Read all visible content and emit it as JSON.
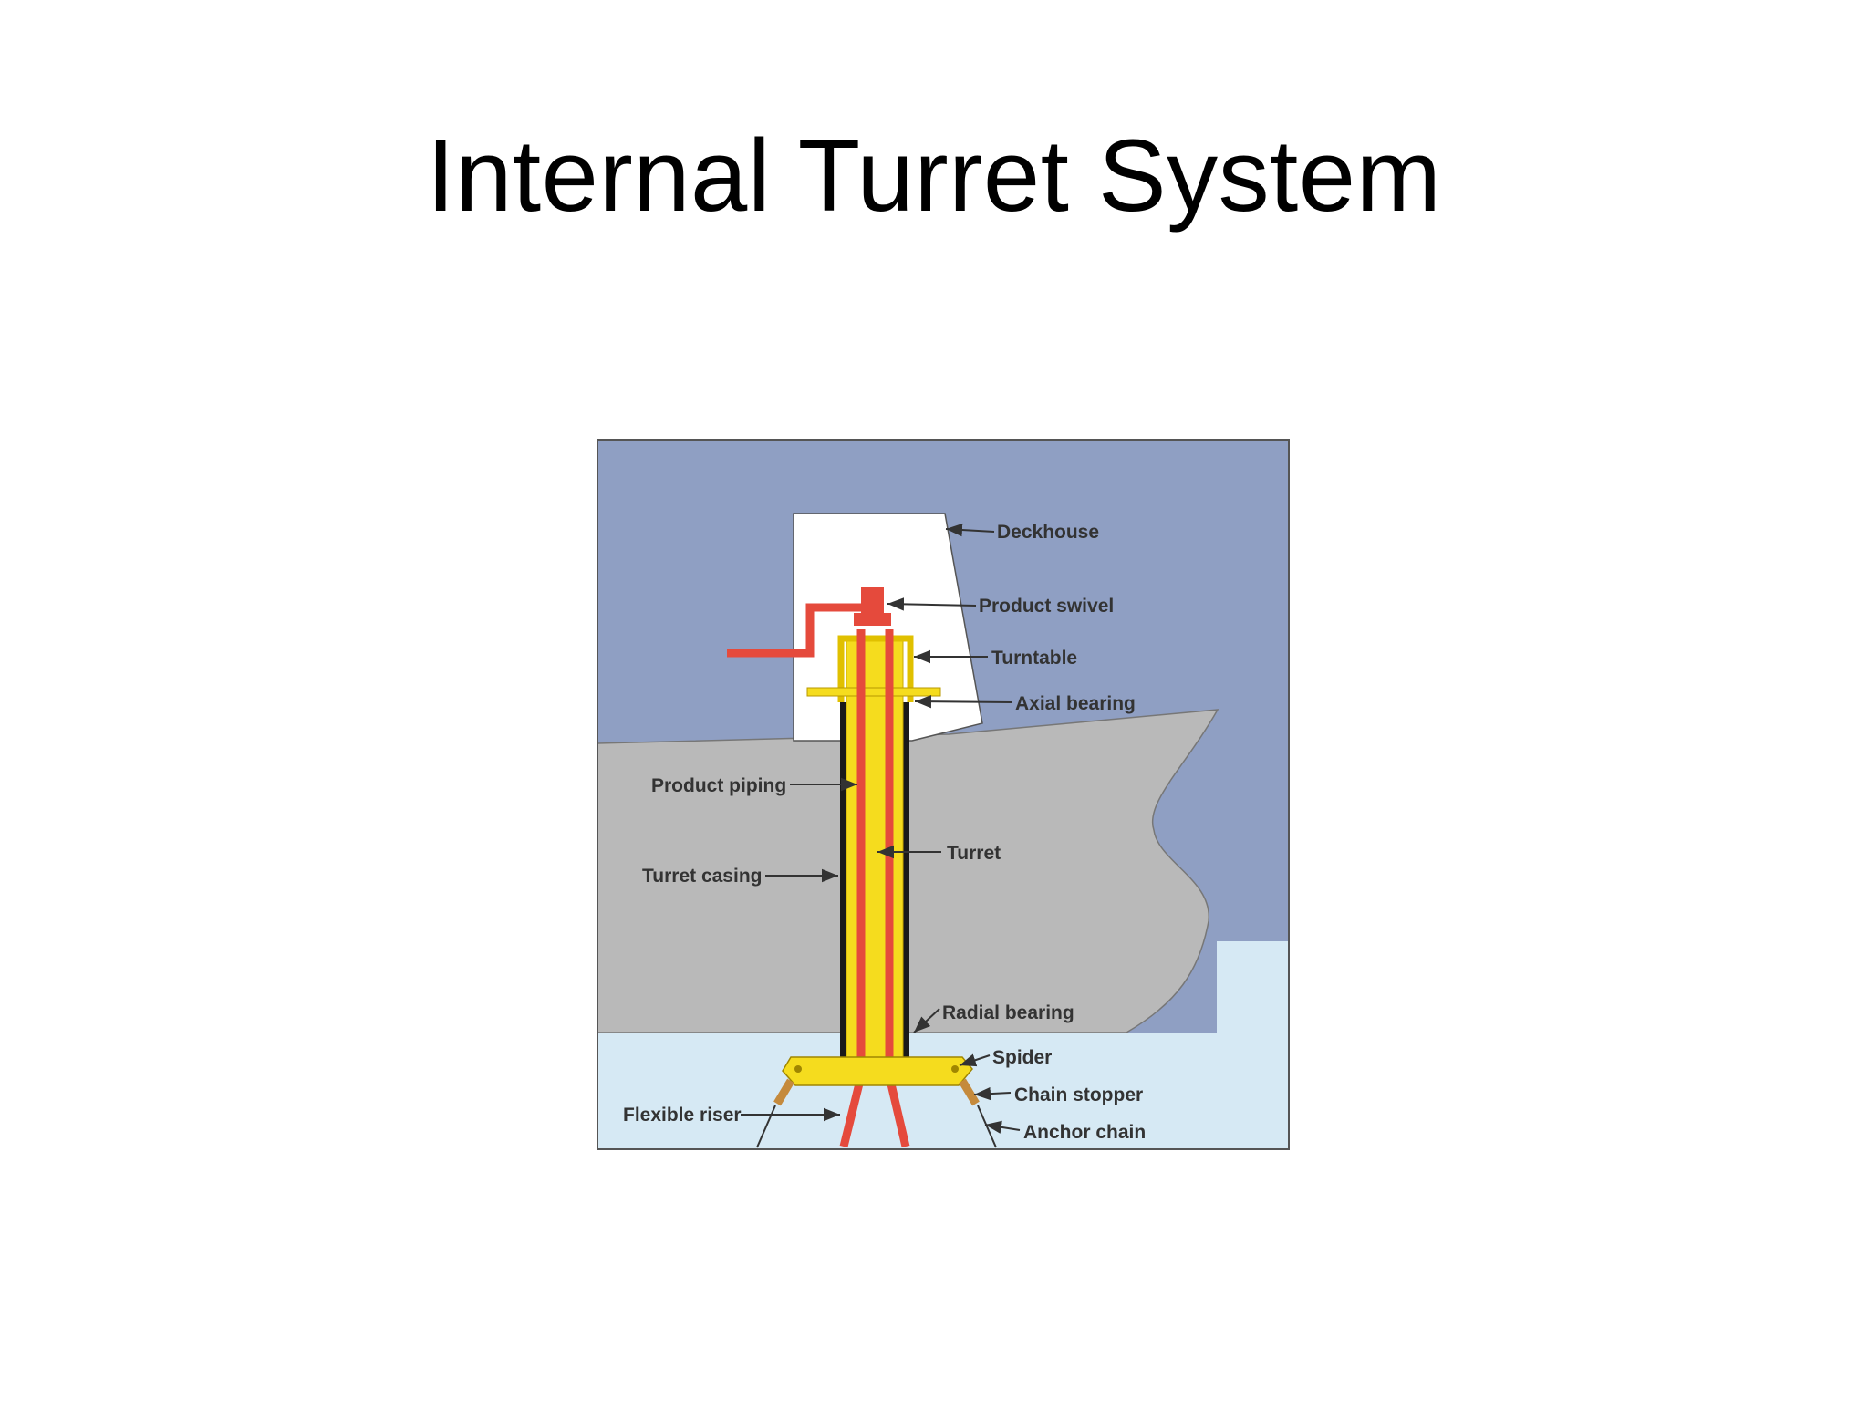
{
  "slide": {
    "title": "Internal Turret System"
  },
  "diagram": {
    "labels": {
      "deckhouse": "Deckhouse",
      "product_swivel": "Product swivel",
      "turntable": "Turntable",
      "axial_bearing": "Axial bearing",
      "product_piping": "Product piping",
      "turret": "Turret",
      "turret_casing": "Turret casing",
      "radial_bearing": "Radial bearing",
      "spider": "Spider",
      "chain_stopper": "Chain stopper",
      "flexible_riser": "Flexible riser",
      "anchor_chain": "Anchor chain"
    },
    "colors": {
      "sky": "#8f9fc3",
      "hull": "#b9b9b9",
      "sea": "#d6e9f4",
      "deckhouse": "#ffffff",
      "turret": "#f5dc1e",
      "piping": "#e54a3c",
      "casing": "#1a1a1a"
    }
  }
}
